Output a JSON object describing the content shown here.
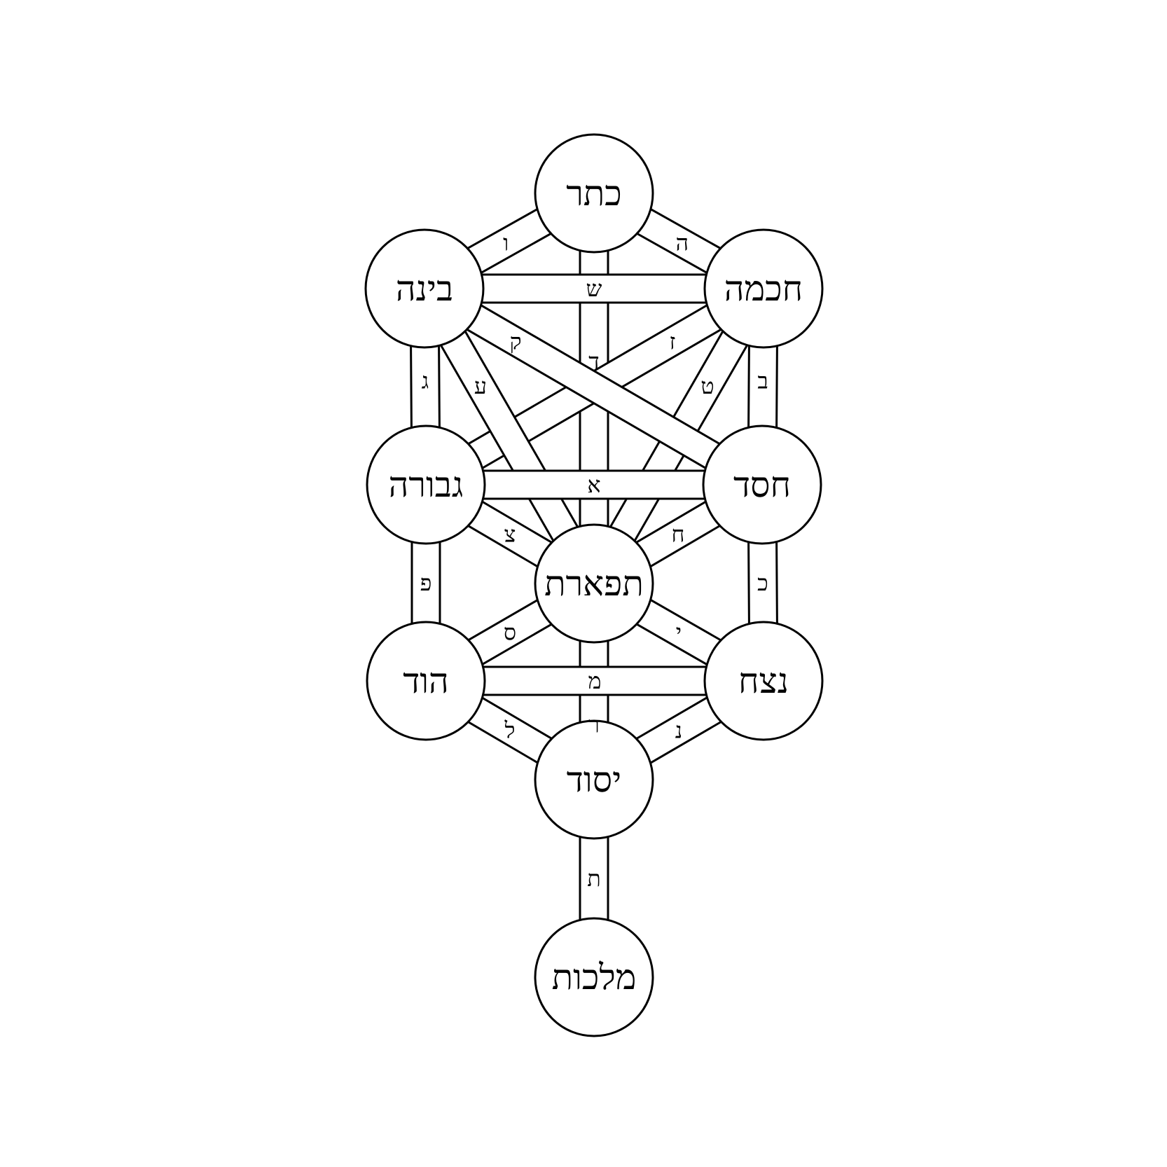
{
  "colors": {
    "line": "#000000",
    "fill": "#ffffff",
    "background": "#ffffff"
  },
  "sephirot": [
    {
      "id": "keter",
      "name": "כתר"
    },
    {
      "id": "chokmah",
      "name": "חכמה"
    },
    {
      "id": "binah",
      "name": "בינה"
    },
    {
      "id": "chesed",
      "name": "חסד"
    },
    {
      "id": "gevurah",
      "name": "גבורה"
    },
    {
      "id": "tiferet",
      "name": "תפארת"
    },
    {
      "id": "netzach",
      "name": "נצח"
    },
    {
      "id": "hod",
      "name": "הוד"
    },
    {
      "id": "yesod",
      "name": "יסוד"
    },
    {
      "id": "malkuth",
      "name": "מלכות"
    }
  ],
  "paths": [
    {
      "id": "keter-chokmah",
      "letter": "ה"
    },
    {
      "id": "keter-binah",
      "letter": "ו"
    },
    {
      "id": "keter-tiferet",
      "letter": "ד"
    },
    {
      "id": "chokmah-binah",
      "letter": "ש"
    },
    {
      "id": "chokmah-chesed",
      "letter": "ב"
    },
    {
      "id": "chokmah-gevurah",
      "letter": "ז"
    },
    {
      "id": "chokmah-tiferet",
      "letter": "ט"
    },
    {
      "id": "binah-gevurah",
      "letter": "ג"
    },
    {
      "id": "binah-chesed",
      "letter": "ק"
    },
    {
      "id": "binah-tiferet",
      "letter": "ע"
    },
    {
      "id": "chesed-gevurah",
      "letter": "א"
    },
    {
      "id": "chesed-tiferet",
      "letter": "ח"
    },
    {
      "id": "chesed-netzach",
      "letter": "כ"
    },
    {
      "id": "gevurah-tiferet",
      "letter": "צ"
    },
    {
      "id": "gevurah-hod",
      "letter": "פ"
    },
    {
      "id": "tiferet-netzach",
      "letter": "י"
    },
    {
      "id": "tiferet-hod",
      "letter": "ס"
    },
    {
      "id": "tiferet-yesod",
      "letter": "ר"
    },
    {
      "id": "netzach-hod",
      "letter": "מ"
    },
    {
      "id": "netzach-yesod",
      "letter": "נ"
    },
    {
      "id": "hod-yesod",
      "letter": "ל"
    },
    {
      "id": "yesod-malkuth",
      "letter": "ת"
    }
  ]
}
